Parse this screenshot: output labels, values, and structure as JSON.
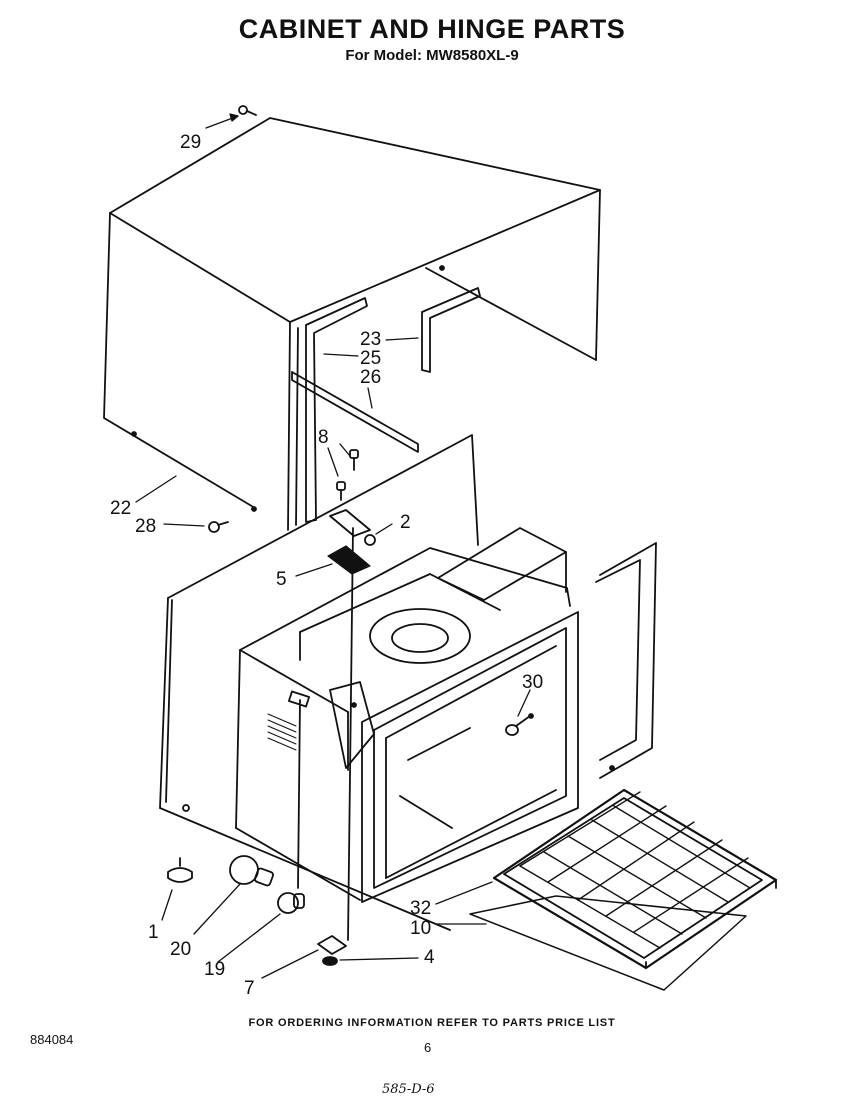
{
  "header": {
    "title": "CABINET AND HINGE PARTS",
    "subtitle": "For Model: MW8580XL-9"
  },
  "callouts": {
    "c1": "1",
    "c2": "2",
    "c4": "4",
    "c5": "5",
    "c7": "7",
    "c8": "8",
    "c10": "10",
    "c19": "19",
    "c20": "20",
    "c22": "22",
    "c23": "23",
    "c25": "25",
    "c26": "26",
    "c28": "28",
    "c29": "29",
    "c30": "30",
    "c32": "32"
  },
  "footer": {
    "ordering_note": "FOR ORDERING INFORMATION REFER TO PARTS PRICE LIST",
    "document_number": "884084",
    "page_number": "6",
    "handwritten_ref": "585-D-6"
  }
}
